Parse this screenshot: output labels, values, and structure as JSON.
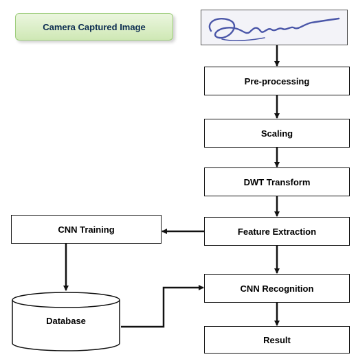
{
  "input": {
    "label": "Camera Captured Image"
  },
  "signature": {
    "icon": "handwritten-signature-image"
  },
  "steps": {
    "preprocessing": "Pre-processing",
    "scaling": "Scaling",
    "dwt": "DWT Transform",
    "feature": "Feature Extraction",
    "recognition": "CNN Recognition",
    "result": "Result"
  },
  "training": {
    "label": "CNN Training"
  },
  "database": {
    "label": "Database"
  },
  "colors": {
    "stroke": "#111111",
    "pill_border": "#9ccc7a",
    "pill_text": "#0a2a50",
    "signature_ink": "#4a56a8"
  }
}
